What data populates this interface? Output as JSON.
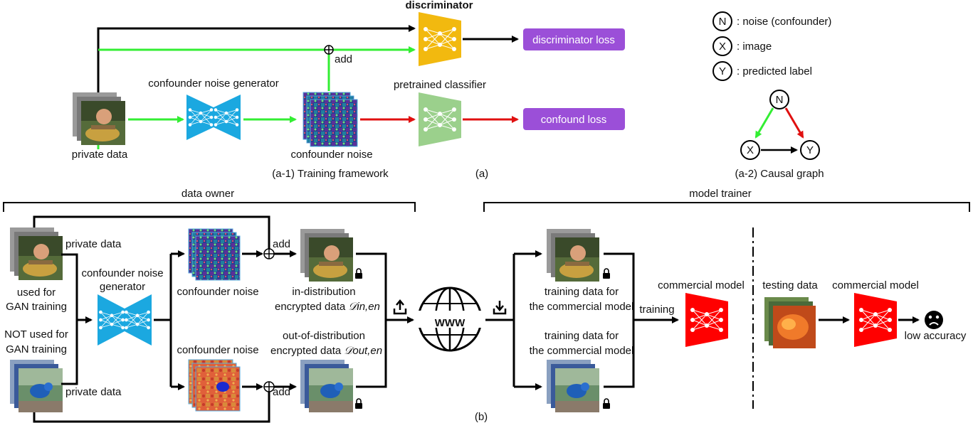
{
  "colors": {
    "green_arrow": "#33ee33",
    "red_arrow": "#e01010",
    "black_arrow": "#000000",
    "generator": "#1ba8e0",
    "discriminator": "#f2b90f",
    "classifier": "#9bd08c",
    "commercial_model": "#ff0000",
    "loss_box": "#9b4fd8"
  },
  "icons": [
    "network-icon",
    "image-stack-icon",
    "noise-stack-icon",
    "lock-icon",
    "upload-icon",
    "download-icon",
    "globe-www-icon",
    "sad-face-icon",
    "add-circle-icon"
  ],
  "part_a": {
    "discriminator_label": "discriminator",
    "discriminator_loss": "discriminator loss",
    "add_label": "add",
    "generator_label": "confounder noise generator",
    "classifier_label": "pretrained classifier",
    "confound_loss": "confound loss",
    "private_data_label": "private data",
    "confounder_noise_label": "confounder noise",
    "training_framework_caption": "(a-1) Training framework",
    "part_caption": "(a)"
  },
  "causal_graph": {
    "legend": [
      {
        "symbol": "N",
        "text": ": noise (confounder)"
      },
      {
        "symbol": "X",
        "text": ": image"
      },
      {
        "symbol": "Y",
        "text": ": predicted label"
      }
    ],
    "nodes": {
      "n": "N",
      "x": "X",
      "y": "Y"
    },
    "caption": "(a-2) Causal graph"
  },
  "part_b": {
    "data_owner": "data owner",
    "model_trainer": "model trainer",
    "private_data_top": "private data",
    "private_data_bottom": "private data",
    "used_line1": "used for",
    "used_line2": "GAN training",
    "not_used_line1": "NOT used for",
    "not_used_line2": "GAN training",
    "generator_line1": "confounder noise",
    "generator_line2": "generator",
    "noise_top": "confounder noise",
    "noise_bottom": "confounder noise",
    "add_top": "add",
    "add_bottom": "add",
    "in_dist_line1": "in-distribution",
    "in_dist_line2": "encrypted data ",
    "in_dist_math": "𝒟in,en",
    "out_dist_line1": "out-of-distribution",
    "out_dist_line2": "encrypted data ",
    "out_dist_math": "𝒟out,en",
    "www": "WWW",
    "training_data_top_1": "training data for",
    "training_data_top_2": "the commercial model",
    "training_data_bottom_1": "training data for",
    "training_data_bottom_2": "the commercial model",
    "training_label": "training",
    "commercial_model_1": "commercial model",
    "testing_data": "testing data",
    "commercial_model_2": "commercial model",
    "low_accuracy": "low accuracy",
    "part_caption": "(b)"
  }
}
